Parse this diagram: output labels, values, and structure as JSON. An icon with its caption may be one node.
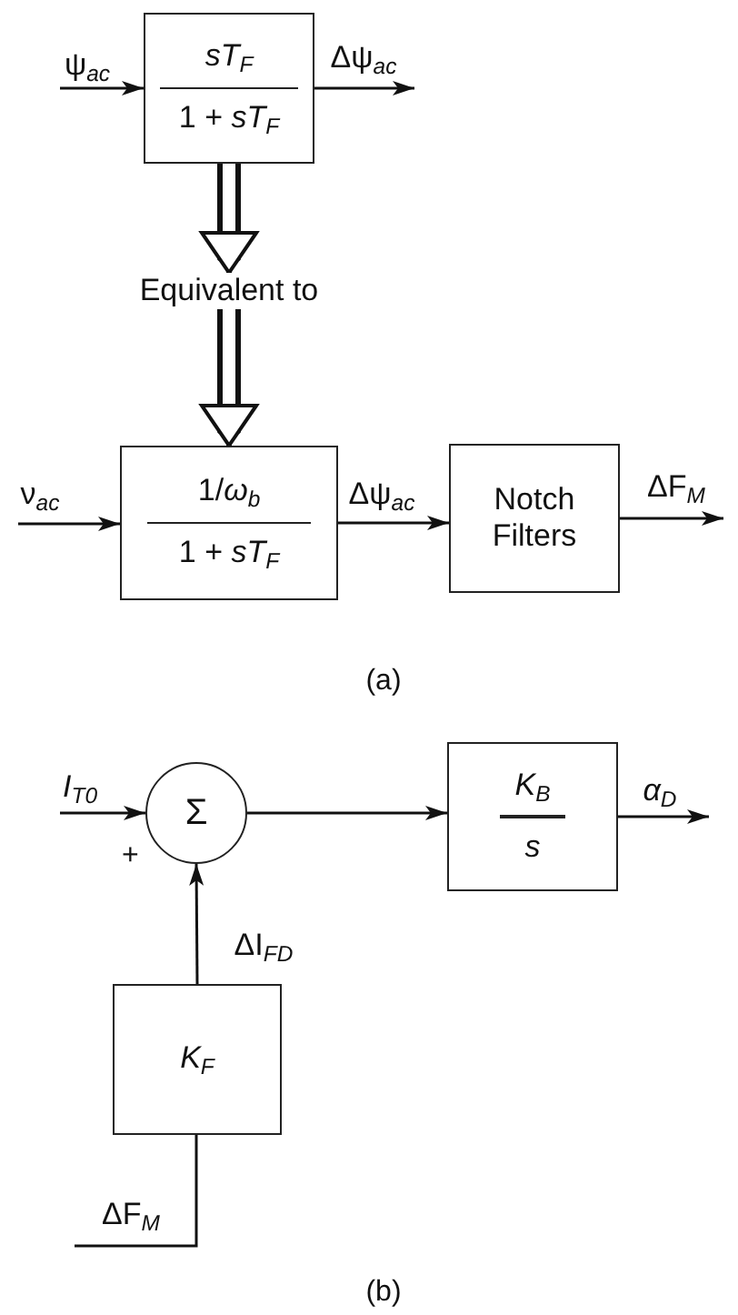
{
  "diagram": {
    "nodes": [
      {
        "text": [
          "*sT*$_{F}$",
          "1 + *sT*$_{F}$"
        ]
      },
      {
        "text": [
          "Equivalent to"
        ]
      },
      {
        "text": [
          "1/*ω*$_{b}$",
          "1 + *sT*$_{F}$"
        ]
      },
      {
        "text": [
          "Notch Filters"
        ]
      },
      {
        "text": [
          "Σ"
        ],
        "beside": [
          "+"
        ]
      },
      {
        "text": [
          "*K*$_{B}$",
          "*s*"
        ]
      },
      {
        "text": [
          "*K*$_{F}$"
        ]
      }
    ],
    "edges": [
      {
        "from": null,
        "to": 0,
        "arrow": "to",
        "label": "ψ$_{ac}$"
      },
      {
        "from": 0,
        "to": null,
        "arrow": "to",
        "label": "Δψ$_{ac}$"
      },
      {
        "from": 0,
        "to": 1,
        "arrow": "to",
        "style": "thick"
      },
      {
        "from": 1,
        "to": 2,
        "arrow": "to",
        "style": "thick"
      },
      {
        "from": null,
        "to": 2,
        "arrow": "to",
        "label": "ν$_{ac}$"
      },
      {
        "from": 2,
        "to": 3,
        "arrow": "to",
        "label": "Δψ$_{ac}$"
      },
      {
        "from": 3,
        "to": null,
        "arrow": "to",
        "label": "ΔF$_{M}$"
      },
      {
        "from": null,
        "to": 4,
        "arrow": "to",
        "label": "*I*$_{T0}$"
      },
      {
        "from": 4,
        "to": 5,
        "arrow": "to"
      },
      {
        "from": 5,
        "to": null,
        "arrow": "to",
        "label": "*α*$_{D}$"
      },
      {
        "from": 6,
        "to": 4,
        "arrow": "to",
        "label": "ΔI$_{FD}$"
      },
      {
        "from": null,
        "to": 6,
        "arrow": "none",
        "label": "ΔF$_{M}$"
      }
    ],
    "labels": [
      "(a)",
      "(b)"
    ]
  }
}
